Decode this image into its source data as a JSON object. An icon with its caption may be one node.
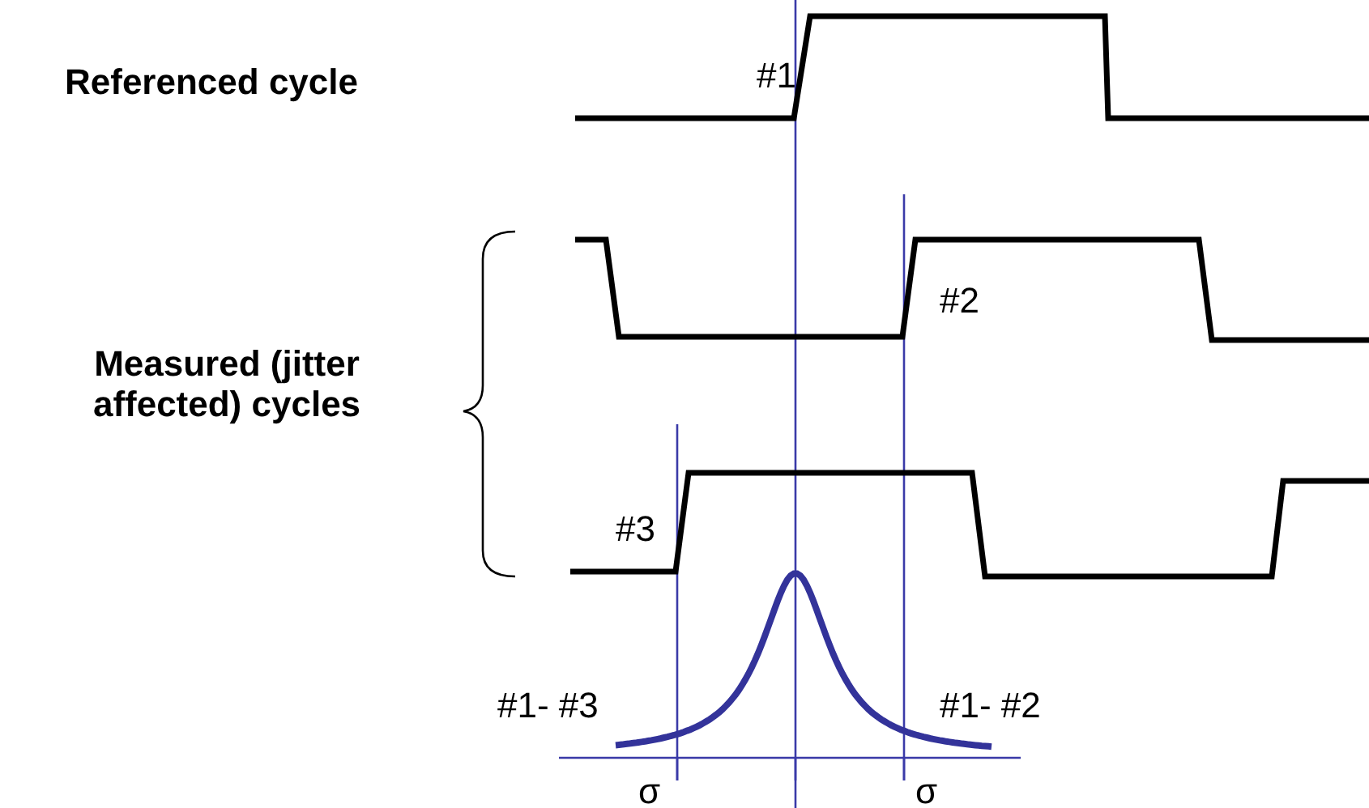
{
  "diagram": {
    "labels": [
      "Referenced cycle",
      "#1",
      "Measured (jitter affected) cycles",
      "#2",
      "#3",
      "#1- #3",
      "#1- #2",
      "σ",
      "σ"
    ]
  }
}
